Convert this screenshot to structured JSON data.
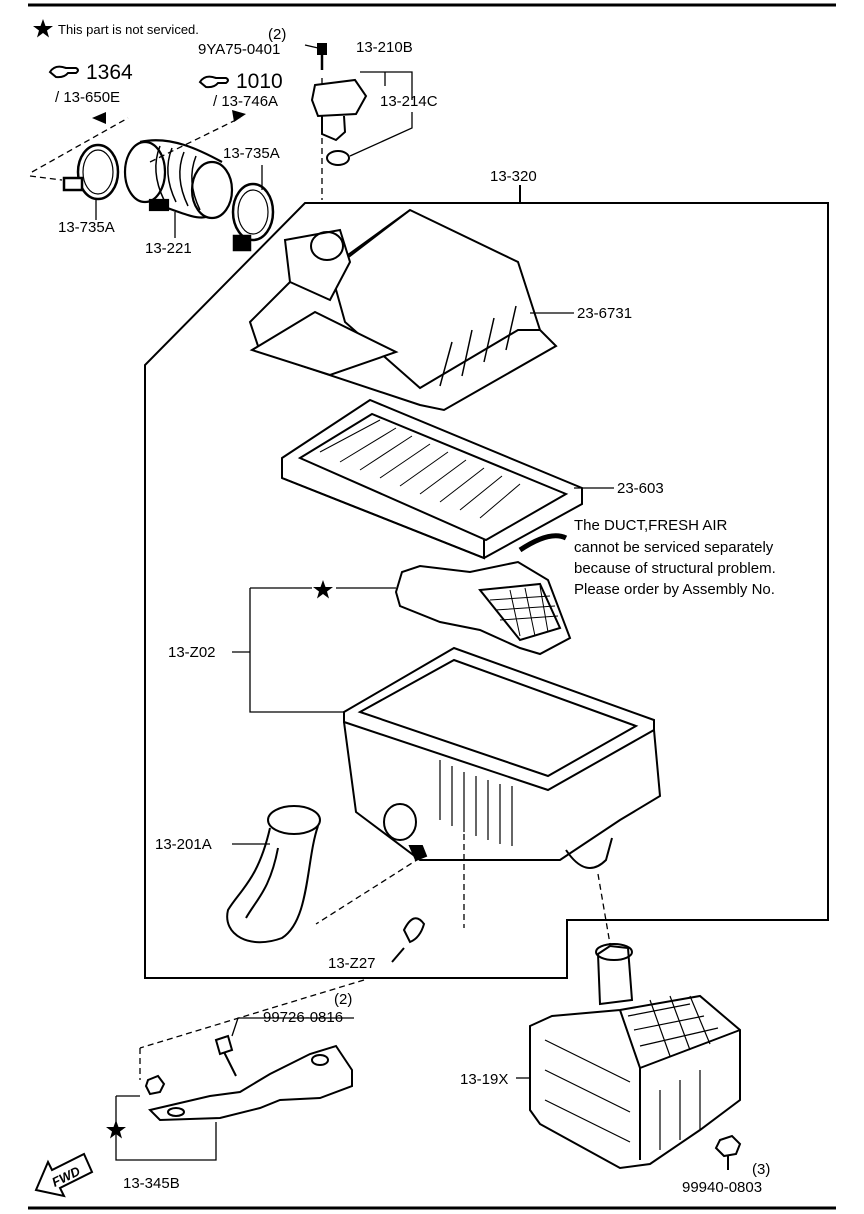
{
  "legend": {
    "star_note": "This part is not serviced."
  },
  "refs": {
    "ref1": {
      "page": "1364",
      "part": "/ 13-650E"
    },
    "ref2": {
      "page": "1010",
      "part": "/ 13-746A"
    }
  },
  "parts": {
    "p_9ya75_qty": "(2)",
    "p_9ya75": "9YA75-0401",
    "p_13_210b": "13-210B",
    "p_13_214c": "13-214C",
    "p_13_735a_top": "13-735A",
    "p_13_735a_left": "13-735A",
    "p_13_221": "13-221",
    "p_13_320": "13-320",
    "p_23_6731": "23-6731",
    "p_23_603": "23-603",
    "p_13_z02": "13-Z02",
    "p_13_201a": "13-201A",
    "p_13_z27": "13-Z27",
    "p_99726_qty": "(2)",
    "p_99726": "99726-0816",
    "p_13_19x": "13-19X",
    "p_13_345b": "13-345B",
    "p_99940_qty": "(3)",
    "p_99940": "99940-0803"
  },
  "duct_note": [
    "The DUCT,FRESH AIR",
    "cannot be serviced separately",
    "because of structural problem.",
    "Please order by Assembly No."
  ],
  "fwd_label": "FWD"
}
